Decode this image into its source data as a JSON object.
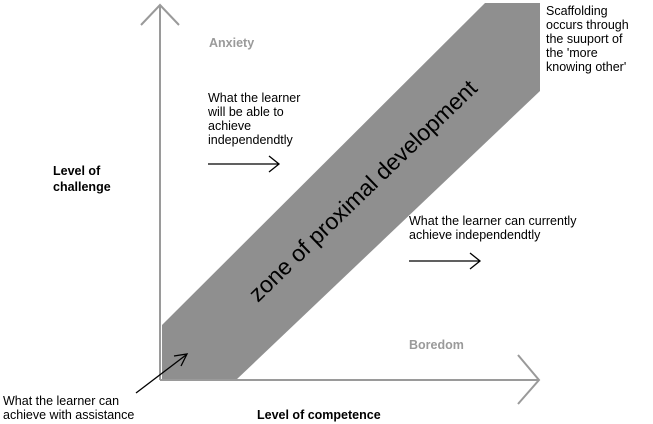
{
  "diagram": {
    "y_axis_label": "Level of\nchallenge",
    "x_axis_label": "Level of competence",
    "anxiety_label": "Anxiety",
    "boredom_label": "Boredom",
    "zone_label": "zone of proximal development",
    "future_independent_text": "What the learner\nwill be able to\nachieve\nindependendtly",
    "current_independent_text": "What the learner can currently\nachieve independendtly",
    "assisted_text": "What the learner can\nachieve with assistance",
    "scaffolding_text": "Scaffolding\noccurs through\nthe suuport of\nthe 'more\nknowing other'"
  },
  "colors": {
    "axis": "#9a9a9a",
    "zone_fill": "#8f8f8f",
    "text": "#000000",
    "muted_text": "#9a9a9a"
  }
}
